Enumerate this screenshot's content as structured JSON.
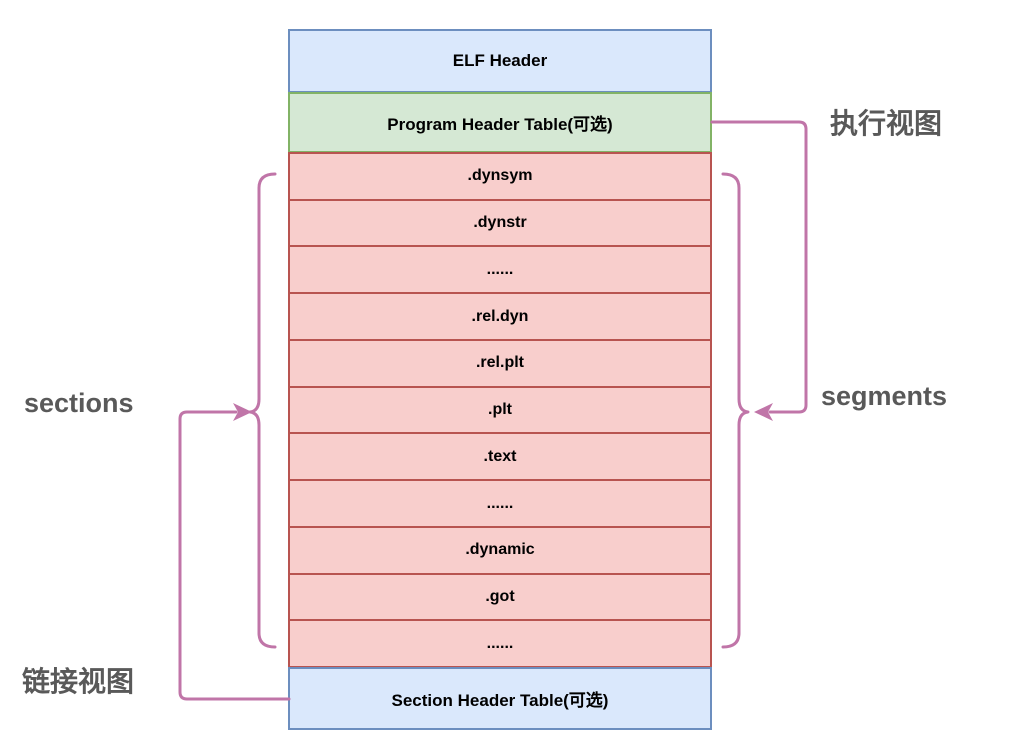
{
  "colors": {
    "blue-fill": "#dae8fc",
    "blue-border": "#6c8ebf",
    "green-fill": "#d5e8d4",
    "green-border": "#82b366",
    "red-fill": "#f8cecc",
    "red-border": "#b85450",
    "arrow": "#c075a8",
    "label-gray": "#595959"
  },
  "diagram": {
    "elf_header": "ELF Header",
    "program_header_table": "Program Header Table(可选)",
    "section_header_table": "Section Header Table(可选)"
  },
  "rows": [
    ".dynsym",
    ".dynstr",
    "......",
    ".rel.dyn",
    ".rel.plt",
    ".plt",
    ".text",
    "......",
    ".dynamic",
    ".got",
    "......"
  ],
  "labels": {
    "sections": "sections",
    "segments": "segments",
    "execution_view": "执行视图",
    "linking_view": "链接视图"
  }
}
